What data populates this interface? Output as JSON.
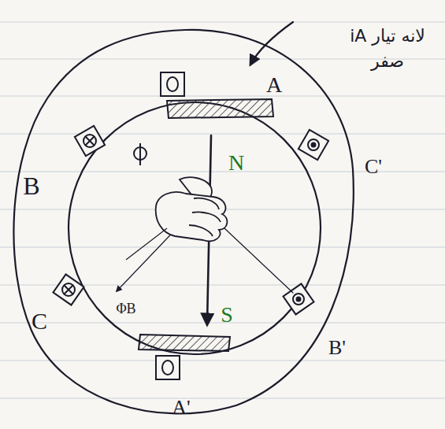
{
  "diagram": {
    "labels": [
      "A",
      "C'",
      "B",
      "N",
      "S",
      "C",
      "B'",
      "A'",
      "ΦB",
      "لانه تيار iA صفر"
    ]
  }
}
